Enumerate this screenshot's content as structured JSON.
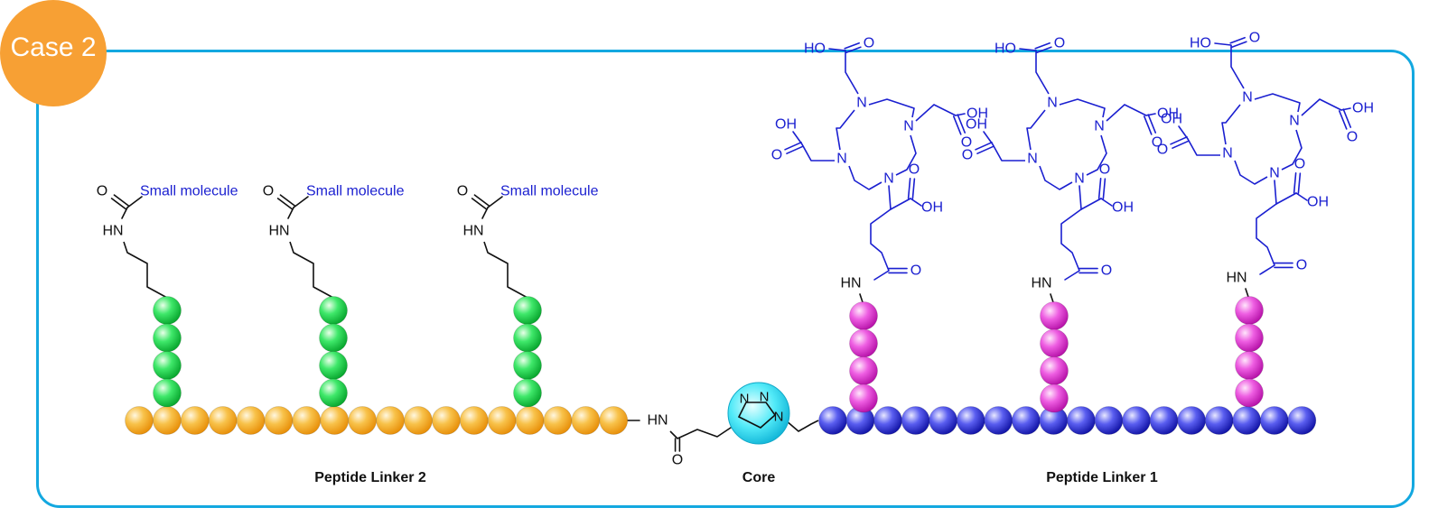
{
  "badge": {
    "text": "Case 2",
    "color": "#f7a034"
  },
  "labels": {
    "peptide_linker_2": "Peptide Linker 2",
    "core": "Core",
    "peptide_linker_1": "Peptide Linker 1"
  },
  "atoms": {
    "hn": "HN",
    "o": "O",
    "n": "N",
    "oh": "OH",
    "ho": "HO",
    "small_molecule": "Small molecule"
  },
  "colors": {
    "frame": "#13a8e0",
    "orange_bead": "#f5b22e",
    "green_bead": "#1dd64a",
    "blue_bead": "#2a2fd6",
    "magenta_bead": "#e436d8",
    "core_ring": "#2de0f0",
    "chelator": "#1a1fd0"
  }
}
